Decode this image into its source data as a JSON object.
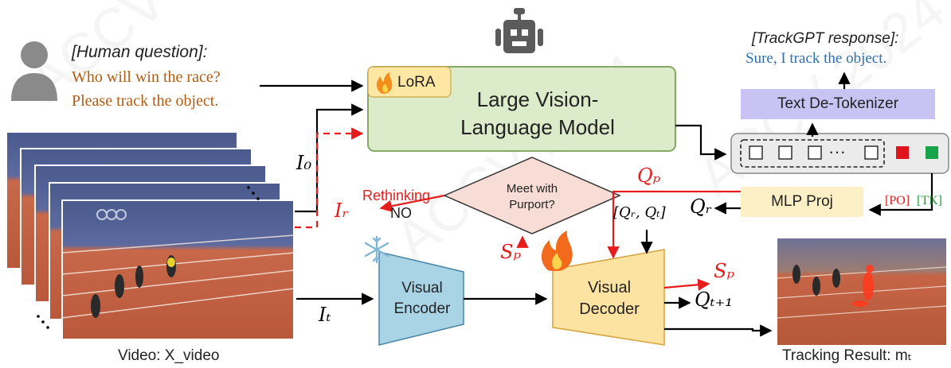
{
  "human": {
    "heading": "[Human question]:",
    "line1": "Who will win the race?",
    "line2": "Please track the object."
  },
  "response": {
    "heading": "[TrackGPT response]:",
    "text": "Sure, I track the object."
  },
  "llm": {
    "lora_label": "LoRA",
    "line1": "Large Vision-",
    "line2": "Language Model"
  },
  "detokenizer_label": "Text De-Tokenizer",
  "tokens": {
    "ellipsis": "···",
    "po_label": "[PO]",
    "tk_label": "[TK]"
  },
  "mlp_label": "MLP Proj",
  "decision": {
    "line1": "Meet with",
    "line2": "Purport?",
    "no_label": "NO",
    "rethinking_label": "Rethinking"
  },
  "encoder": {
    "line1": "Visual",
    "line2": "Encoder"
  },
  "decoder": {
    "line1": "Visual",
    "line2": "Decoder"
  },
  "symbols": {
    "i0": "I₀",
    "ir": "Iᵣ",
    "it": "Iₜ",
    "qp": "Qₚ",
    "qr": "Qᵣ",
    "qrqt": "[Qᵣ, Qₜ]",
    "sp_left": "Sₚ",
    "sp_right": "Sₚ",
    "qt1": "Qₜ₊₁"
  },
  "captions": {
    "video": "Video: X_video",
    "tracking": "Tracking Result: mₜ"
  },
  "colors": {
    "human_text": "#b35c12",
    "response_text": "#2e6fb5",
    "llm_fill": "#dcebc9",
    "llm_border": "#86a866",
    "lora_fill": "#fde7a2",
    "detok_fill": "#c9c3f3",
    "mlp_fill": "#fdf0c6",
    "diamond_fill": "#f7ddd6",
    "encoder_fill": "#a9d4e6",
    "decoder_fill": "#fde3a2",
    "red": "#e81c1c",
    "po_color": "#e81c1c",
    "tk_color": "#1f9e3a",
    "token_red": "#e0141c",
    "token_green": "#16a34a"
  },
  "icons": [
    "person-icon",
    "robot-icon",
    "fire-icon",
    "snowflake-icon",
    "video-frames-image",
    "tracking-result-image",
    "watermark"
  ]
}
